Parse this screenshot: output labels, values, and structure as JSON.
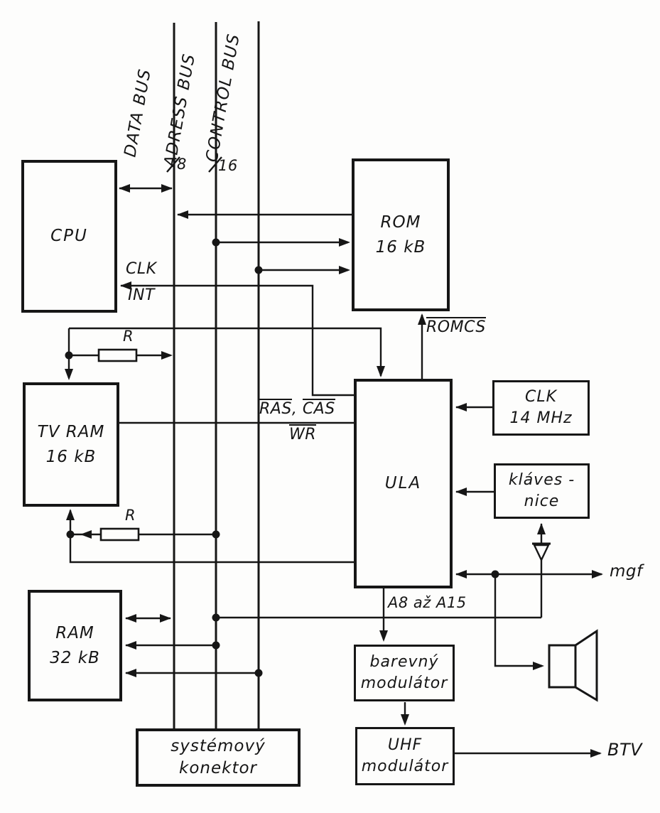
{
  "diagram": {
    "buses": {
      "data": {
        "label": "DATA BUS",
        "width_mark": "8"
      },
      "address": {
        "label": "ADRESS BUS",
        "width_mark": "16"
      },
      "control": {
        "label": "CONTROL BUS"
      }
    },
    "blocks": {
      "cpu": {
        "line1": "CPU"
      },
      "rom": {
        "line1": "ROM",
        "line2": "16 kB"
      },
      "tv_ram": {
        "line1": "TV RAM",
        "line2": "16 kB"
      },
      "ula": {
        "line1": "ULA"
      },
      "ram": {
        "line1": "RAM",
        "line2": "32 kB"
      },
      "clock": {
        "line1": "CLK",
        "line2": "14 MHz"
      },
      "keyboard": {
        "line1": "kláves -",
        "line2": "nice"
      },
      "color_modulator": {
        "line1": "barevný",
        "line2": "modulátor"
      },
      "uhf_modulator": {
        "line1": "UHF",
        "line2": "modulátor"
      },
      "system_connector": {
        "line1": "systémový",
        "line2": "konektor"
      }
    },
    "signals": {
      "clk": "CLK",
      "int": "INT",
      "ras": "RAS",
      "sep": ",",
      "cas": "CAS",
      "wr": "WR",
      "romcs": "ROMCS",
      "a8_a15": "A8 až A15",
      "resistor_top": "R",
      "resistor_bottom": "R",
      "mgf": "mgf",
      "btv": "BTV"
    }
  }
}
